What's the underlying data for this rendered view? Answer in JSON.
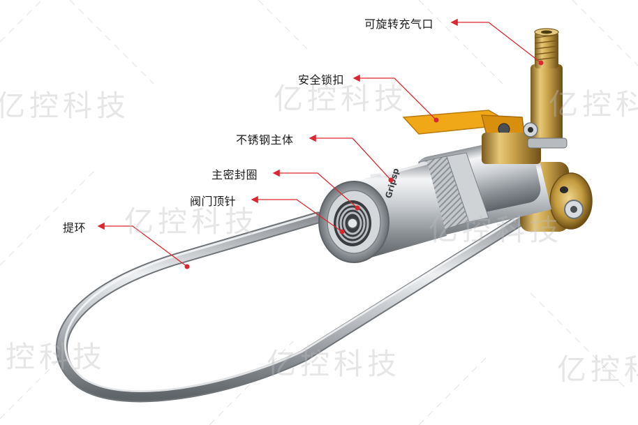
{
  "watermark": {
    "text": "亿控科技"
  },
  "callouts": {
    "gas_port": "可旋转充气口",
    "safety_lock": "安全锁扣",
    "steel_body": "不锈钢主体",
    "main_seal": "主密封圈",
    "valve_pin": "阀门顶针",
    "handle_loop": "提环"
  },
  "product": {
    "brand_mark": "Gripsp"
  },
  "colors": {
    "leader_line": "#d9282f",
    "brass": "#c8a24a",
    "lever": "#f0a818",
    "steel": "#c9cdd1"
  }
}
